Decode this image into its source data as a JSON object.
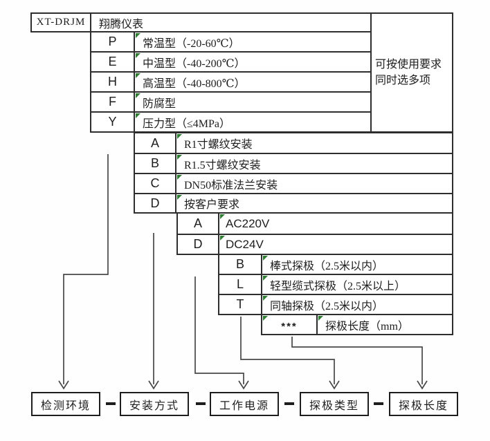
{
  "header": {
    "model": "XT-DRJM",
    "brand": "翔腾仪表"
  },
  "side_note": {
    "line1": "可按使用要求",
    "line2": "同时选多项"
  },
  "env": {
    "rows": [
      {
        "code": "P",
        "desc": "常温型（-20-60℃）"
      },
      {
        "code": "E",
        "desc": "中温型（-40-200℃）"
      },
      {
        "code": "H",
        "desc": "高温型（-40-800℃）"
      },
      {
        "code": "F",
        "desc": "防腐型"
      },
      {
        "code": "Y",
        "desc": "压力型（≤4MPa）"
      }
    ]
  },
  "mount": {
    "rows": [
      {
        "code": "A",
        "desc": "R1寸螺纹安装"
      },
      {
        "code": "B",
        "desc": "R1.5寸螺纹安装"
      },
      {
        "code": "C",
        "desc": "DN50标准法兰安装"
      },
      {
        "code": "D",
        "desc": "按客户要求"
      }
    ]
  },
  "power": {
    "rows": [
      {
        "code": "A",
        "desc": "AC220V"
      },
      {
        "code": "D",
        "desc": "DC24V"
      }
    ]
  },
  "probe": {
    "rows": [
      {
        "code": "B",
        "desc": "棒式探极（2.5米以内）"
      },
      {
        "code": "L",
        "desc": "轻型缆式探极（2.5米以上）"
      },
      {
        "code": "T",
        "desc": "同轴探极（2.5米以内）"
      }
    ]
  },
  "length": {
    "code": "***",
    "desc": "探极长度（mm）"
  },
  "legend": {
    "labels": [
      "检测环境",
      "安装方式",
      "工作电源",
      "探极类型",
      "探极长度"
    ]
  },
  "colors": {
    "border": "#2d2d2d",
    "connector": "#474747",
    "corner_marker": "#2e7d32",
    "text": "#1d1d1d",
    "background": "#ffffff"
  }
}
